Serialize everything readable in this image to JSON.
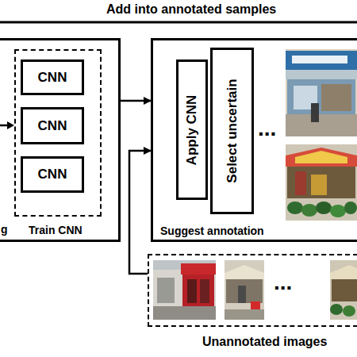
{
  "diagram": {
    "nodes": [
      {
        "text": [
          "Train CNN"
        ]
      },
      {
        "text": [
          "CNN"
        ],
        "in": 0
      },
      {
        "text": [
          "CNN"
        ],
        "in": 0
      },
      {
        "text": [
          "CNN"
        ],
        "in": 0
      },
      {
        "text": [
          "Suggest annotation"
        ]
      },
      {
        "text": [
          "Apply CNN"
        ],
        "in": 4
      },
      {
        "text": [
          "Select uncertain"
        ],
        "in": 4
      },
      {
        "text": [
          "Unannotated images"
        ]
      }
    ],
    "edges": [
      {
        "from": 0,
        "to": 4,
        "arrow": "to"
      },
      {
        "from": 7,
        "to": 4,
        "arrow": "to"
      }
    ],
    "labels": [
      "Add into annotated samples",
      "g",
      "...",
      "..."
    ]
  }
}
